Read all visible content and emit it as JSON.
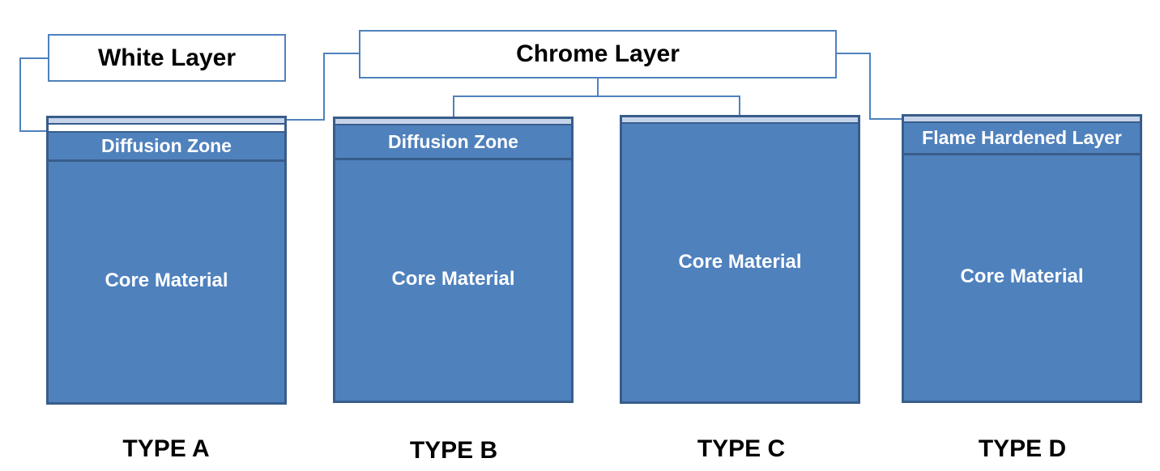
{
  "callouts": {
    "white_layer": "White Layer",
    "chrome_layer": "Chrome Layer"
  },
  "types": [
    {
      "label": "TYPE A",
      "band": "Diffusion Zone",
      "core": "Core Material",
      "has_white_layer": true,
      "has_chrome_layer": true
    },
    {
      "label": "TYPE B",
      "band": "Diffusion Zone",
      "core": "Core Material",
      "has_white_layer": false,
      "has_chrome_layer": true
    },
    {
      "label": "TYPE C",
      "band": "",
      "core": "Core Material",
      "has_white_layer": false,
      "has_chrome_layer": true
    },
    {
      "label": "TYPE D",
      "band": "Flame Hardened Layer",
      "core": "Core Material",
      "has_white_layer": false,
      "has_chrome_layer": true
    }
  ],
  "colors": {
    "block_fill": "#4f81bd",
    "block_border": "#385d8a",
    "chrome_strip": "#c6d4ea",
    "connector": "#4f81bd"
  }
}
